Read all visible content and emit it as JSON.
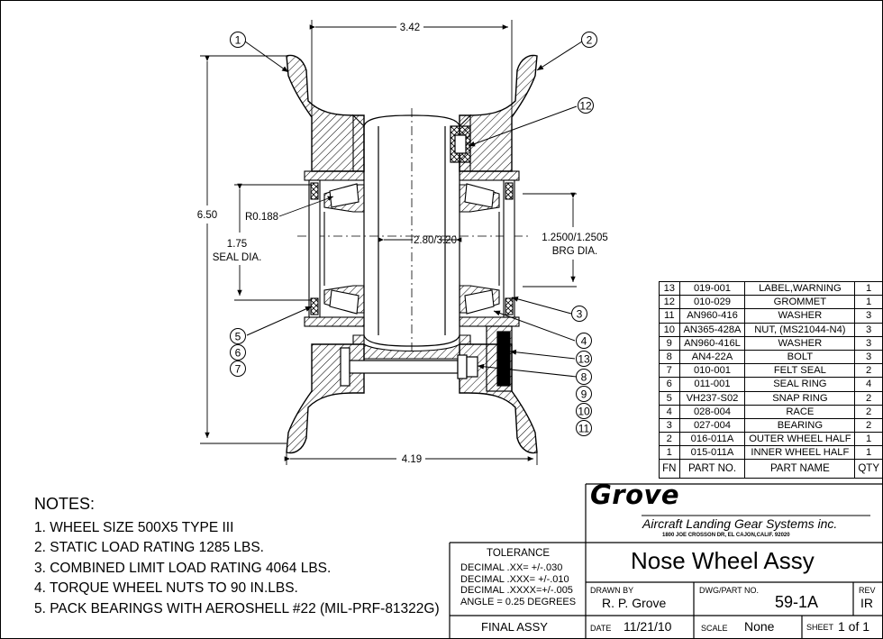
{
  "dimensions": {
    "hub_width": "3.42",
    "overall_height": "6.50",
    "radius": "R0.188",
    "bore": "2.80/3.20",
    "bearing_dia_line1": "1.2500/1.2505",
    "bearing_dia_line2": "BRG DIA.",
    "seal_dia_line1": "1.75",
    "seal_dia_line2": "SEAL DIA.",
    "overall_width": "4.19"
  },
  "balloons": [
    "1",
    "2",
    "12",
    "3",
    "4",
    "13",
    "8",
    "9",
    "10",
    "11",
    "5",
    "6",
    "7"
  ],
  "bom": {
    "rows": [
      {
        "fn": "13",
        "part": "019-001",
        "name": "LABEL,WARNING",
        "qty": "1"
      },
      {
        "fn": "12",
        "part": "010-029",
        "name": "GROMMET",
        "qty": "1"
      },
      {
        "fn": "11",
        "part": "AN960-416",
        "name": "WASHER",
        "qty": "3"
      },
      {
        "fn": "10",
        "part": "AN365-428A",
        "name": "NUT,  (MS21044-N4)",
        "qty": "3"
      },
      {
        "fn": "9",
        "part": "AN960-416L",
        "name": "WASHER",
        "qty": "3"
      },
      {
        "fn": "8",
        "part": "AN4-22A",
        "name": "BOLT",
        "qty": "3"
      },
      {
        "fn": "7",
        "part": "010-001",
        "name": "FELT SEAL",
        "qty": "2"
      },
      {
        "fn": "6",
        "part": "011-001",
        "name": "SEAL RING",
        "qty": "4"
      },
      {
        "fn": "5",
        "part": "VH237-S02",
        "name": "SNAP RING",
        "qty": "2"
      },
      {
        "fn": "4",
        "part": "028-004",
        "name": "RACE",
        "qty": "2"
      },
      {
        "fn": "3",
        "part": "027-004",
        "name": "BEARING",
        "qty": "2"
      },
      {
        "fn": "2",
        "part": "016-011A",
        "name": "OUTER WHEEL HALF",
        "qty": "1"
      },
      {
        "fn": "1",
        "part": "015-011A",
        "name": "INNER WHEEL HALF",
        "qty": "1"
      }
    ],
    "header": {
      "fn": "FN",
      "part": "PART NO.",
      "name": "PART NAME",
      "qty": "QTY"
    }
  },
  "notes": {
    "title": "NOTES:",
    "items": [
      "1. WHEEL SIZE 500X5 TYPE III",
      "2. STATIC LOAD RATING 1285 LBS.",
      "3. COMBINED LIMIT LOAD RATING 4064 LBS.",
      "4. TORQUE WHEEL NUTS TO 90 IN.LBS.",
      "5. PACK BEARINGS WITH AEROSHELL #22 (MIL-PRF-81322G)"
    ]
  },
  "title_block": {
    "company": "Grove",
    "subtitle": "Aircraft Landing Gear Systems inc.",
    "address": "1800 JOE CROSSON DR, EL CAJON,CALIF. 92020",
    "drawing_title": "Nose Wheel Assy",
    "tolerance_label": "TOLERANCE",
    "tolerance_lines": [
      "DECIMAL  .XX=  +/-.030",
      "DECIMAL  .XXX= +/-.010",
      "DECIMAL  .XXXX=+/-.005",
      "ANGLE = 0.25 DEGREES"
    ],
    "drawn_by_label": "DRAWN  BY",
    "drawn_by": "R. P. Grove",
    "dwg_label": "DWG/PART  NO.",
    "dwg_no": "59-1A",
    "rev_label": "REV",
    "rev": "IR",
    "assy": "FINAL ASSY",
    "date_label": "DATE",
    "date": "11/21/10",
    "scale_label": "SCALE",
    "scale": "None",
    "sheet_label": "SHEET",
    "sheet": "1 of 1"
  }
}
